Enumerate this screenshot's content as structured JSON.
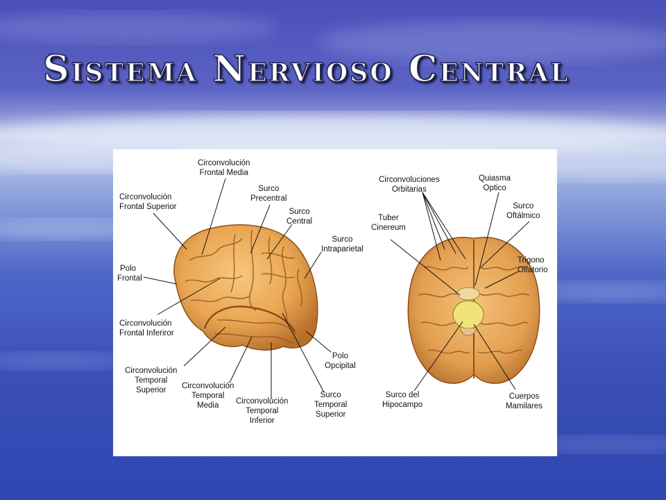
{
  "slide": {
    "title": "Sistema Nervioso Central"
  },
  "diagram": {
    "labels": {
      "frontal_media": [
        "Circonvolución",
        "Frontal Media"
      ],
      "frontal_superior": [
        "Circonvolución",
        "Frontal Superior"
      ],
      "surco_precentral": [
        "Surco",
        "Precentral"
      ],
      "surco_central": [
        "Surco",
        "Central"
      ],
      "surco_intraparietal": [
        "Surco",
        "Intraparietal"
      ],
      "polo_frontal": [
        "Polo",
        "Frontal"
      ],
      "frontal_inferior": [
        "Circonvolución",
        "Frontal Inferiror"
      ],
      "temporal_superior": [
        "Circonvolución",
        "Temporal",
        "Superior"
      ],
      "temporal_media": [
        "Circonvolución",
        "Temporal",
        "Media"
      ],
      "temporal_inferior": [
        "Circonvolución",
        "Temporal",
        "Inferior"
      ],
      "polo_occipital": [
        "Polo",
        "Opcipital"
      ],
      "surco_temporal_superior": [
        "Surco",
        "Temporal",
        "Superior"
      ],
      "circonvoluciones_orbitarias": [
        "Circonvoluciones",
        "Orbitarias"
      ],
      "quiasma_optico": [
        "Quiasma",
        "Optico"
      ],
      "surco_oftalmico": [
        "Surco",
        "Oftálmico"
      ],
      "tuber_cinereum": [
        "Tuber",
        "Cinereum"
      ],
      "trigono_olfatorio": [
        "Trigono",
        "Olfatorio"
      ],
      "surco_hipocampo": [
        "Surco del",
        "Hipocampo"
      ],
      "cuerpos_mamilares": [
        "Cuerpos",
        "Mamilares"
      ]
    }
  }
}
